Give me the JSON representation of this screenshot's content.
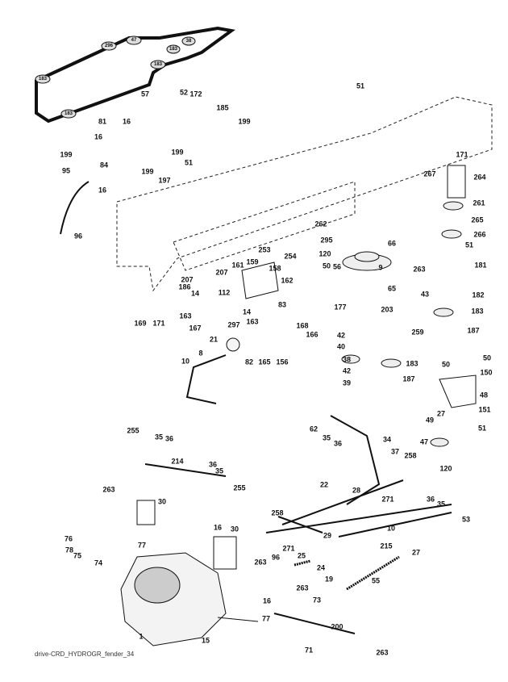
{
  "diagram": {
    "caption": "drive-CRD_HYDROGR_fender_34",
    "belt_pulley_labels": [
      "183",
      "296",
      "47",
      "38",
      "183",
      "183",
      "183"
    ],
    "belt_label": "57",
    "part_labels": [
      "51",
      "52",
      "172",
      "185",
      "199",
      "81",
      "16",
      "16",
      "199",
      "84",
      "199",
      "199",
      "51",
      "197",
      "16",
      "95",
      "96",
      "171",
      "267",
      "264",
      "261",
      "265",
      "266",
      "51",
      "262",
      "295",
      "66",
      "120",
      "50",
      "56",
      "9",
      "263",
      "181",
      "65",
      "43",
      "182",
      "183",
      "187",
      "253",
      "254",
      "161",
      "159",
      "158",
      "207",
      "207",
      "186",
      "14",
      "162",
      "112",
      "163",
      "14",
      "83",
      "163",
      "297",
      "167",
      "169",
      "171",
      "177",
      "203",
      "42",
      "40",
      "259",
      "168",
      "166",
      "21",
      "8",
      "82",
      "165",
      "156",
      "38",
      "42",
      "39",
      "183",
      "187",
      "10",
      "50",
      "150",
      "50",
      "48",
      "27",
      "49",
      "151",
      "47",
      "51",
      "62",
      "35",
      "36",
      "34",
      "37",
      "258",
      "120",
      "36",
      "35",
      "53",
      "22",
      "28",
      "271",
      "10",
      "258",
      "29",
      "215",
      "27",
      "255",
      "35",
      "36",
      "214",
      "36",
      "35",
      "255",
      "263",
      "30",
      "16",
      "30",
      "76",
      "78",
      "75",
      "77",
      "74",
      "263",
      "96",
      "271",
      "25",
      "19",
      "24",
      "55",
      "263",
      "73",
      "16",
      "200",
      "77",
      "71",
      "263",
      "15",
      "1"
    ]
  }
}
